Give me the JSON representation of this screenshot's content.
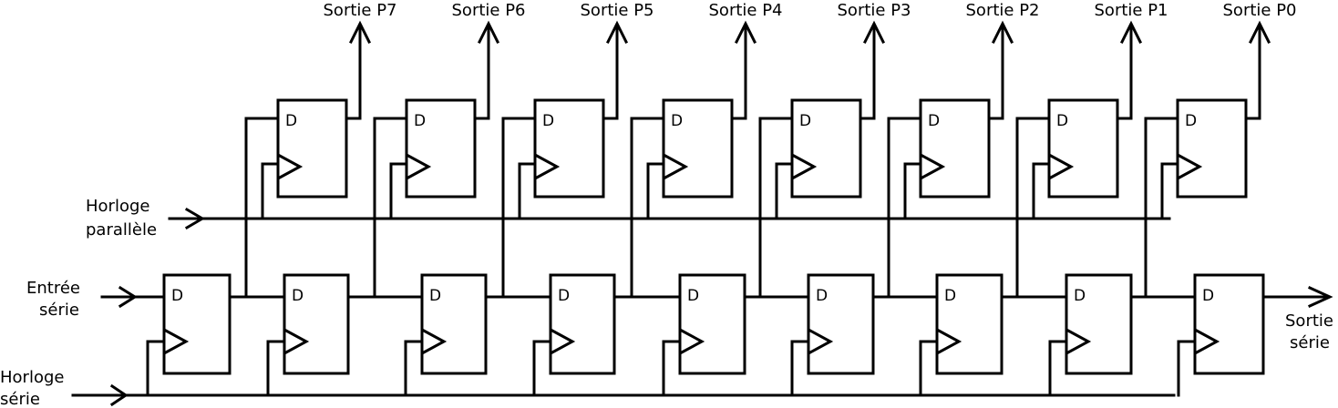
{
  "flipflop_label": "D",
  "parallel_outputs": [
    "Sortie P7",
    "Sortie P6",
    "Sortie P5",
    "Sortie P4",
    "Sortie P3",
    "Sortie P2",
    "Sortie P1",
    "Sortie P0"
  ],
  "labels": {
    "parallel_clock": [
      "Horloge",
      "parallèle"
    ],
    "serial_input": [
      "Entrée",
      "série"
    ],
    "serial_clock": [
      "Horloge",
      "série"
    ],
    "serial_output": [
      "Sortie",
      "série"
    ]
  }
}
